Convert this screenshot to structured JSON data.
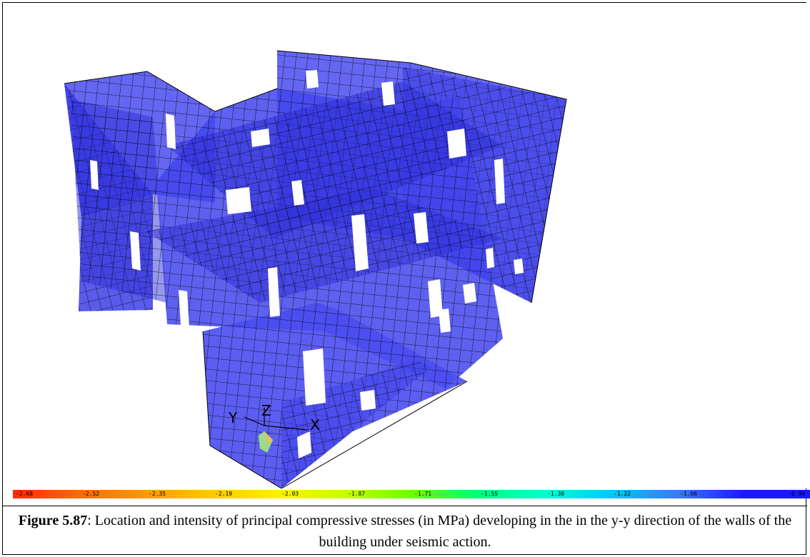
{
  "legend": {
    "values": [
      "-2.68",
      "-2.52",
      "-2.35",
      "-2.19",
      "-2.03",
      "-1.87",
      "-1.71",
      "-1.55",
      "-1.38",
      "-1.22",
      "-1.06",
      "-0.90"
    ],
    "colors": [
      "#ff2a00",
      "#ff6a00",
      "#ff9a00",
      "#ffc800",
      "#fff000",
      "#c8ff00",
      "#6aff00",
      "#00ff7a",
      "#00ffd0",
      "#00c8ff",
      "#3a7aff",
      "#1a1aff"
    ]
  },
  "axes": {
    "x": "X",
    "y": "Y",
    "z": "Z"
  },
  "caption": {
    "label": "Figure 5.87",
    "text": ": Location and intensity of principal compressive stresses (in MPa) developing in the in the y-y direction of the walls of the building under seismic action."
  },
  "colors": {
    "wall_fill": "#4a4cf0",
    "wall_dark": "#2f30d8",
    "mesh_line": "#000000"
  }
}
